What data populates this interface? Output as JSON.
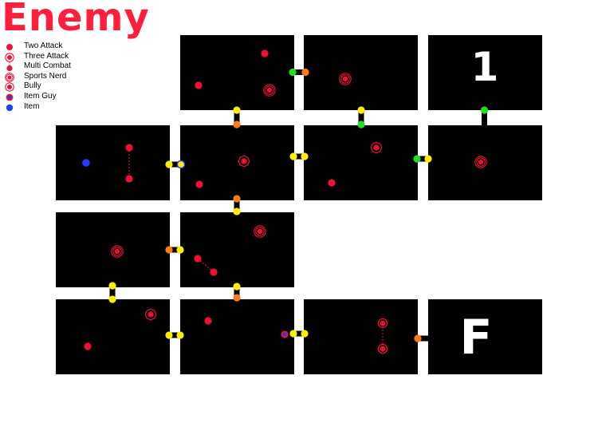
{
  "title": "Enemy",
  "colors": {
    "enemy": "#ee1133",
    "item": "#1f3fff",
    "door_yellow": "#ffee00",
    "door_orange": "#ff7a14",
    "door_green": "#22dd22",
    "room": "#000000",
    "room_label": "#ffffff",
    "title": "#ff1f3d"
  },
  "legend": [
    {
      "label": "Two Attack",
      "icon": "solid-red-dot-icon"
    },
    {
      "label": "Three Attack",
      "icon": "red-dot-single-ring-icon"
    },
    {
      "label": "Multi Combat",
      "icon": "red-dot-dashed-icon"
    },
    {
      "label": "Sports Nerd",
      "icon": "red-dot-double-ring-icon"
    },
    {
      "label": "Bully",
      "icon": "red-dot-wavy-ring-icon"
    },
    {
      "label": "Item Guy",
      "icon": "red-blue-dot-icon"
    },
    {
      "label": "Item",
      "icon": "blue-dot-icon"
    }
  ],
  "rooms": [
    {
      "id": "r0-1",
      "label": ""
    },
    {
      "id": "r0-2",
      "label": ""
    },
    {
      "id": "r0-3",
      "label": "1"
    },
    {
      "id": "r1-0",
      "label": ""
    },
    {
      "id": "r1-1",
      "label": ""
    },
    {
      "id": "r1-2",
      "label": ""
    },
    {
      "id": "r1-3",
      "label": ""
    },
    {
      "id": "r2-0",
      "label": ""
    },
    {
      "id": "r2-1",
      "label": ""
    },
    {
      "id": "r3-0",
      "label": ""
    },
    {
      "id": "r3-1",
      "label": ""
    },
    {
      "id": "r3-2",
      "label": ""
    },
    {
      "id": "r3-3",
      "label": "F"
    }
  ]
}
